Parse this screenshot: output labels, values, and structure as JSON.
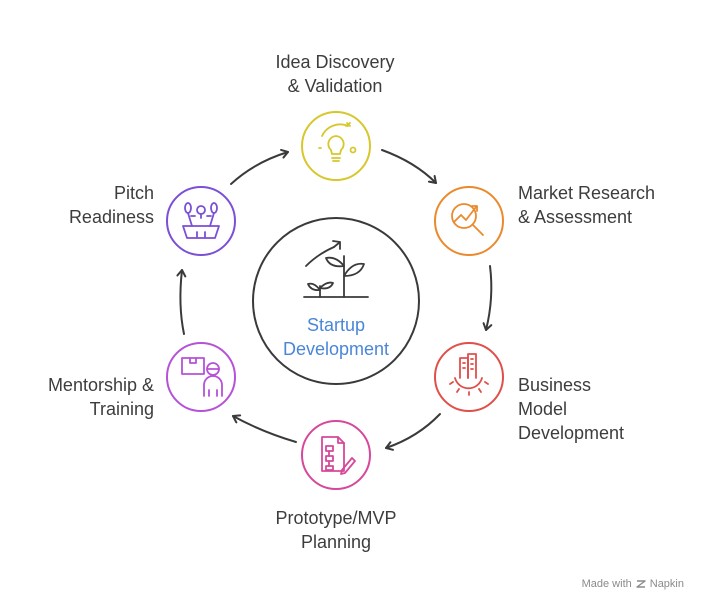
{
  "center": {
    "line1": "Startup",
    "line2": "Development"
  },
  "steps": [
    {
      "id": "idea",
      "lines": [
        "Idea Discovery",
        "& Validation"
      ],
      "color": "#d6c82c",
      "icon": "lightbulb-icon"
    },
    {
      "id": "market",
      "lines": [
        "Market Research",
        "& Assessment"
      ],
      "color": "#ea8a2c",
      "icon": "chart-magnifier-icon"
    },
    {
      "id": "business",
      "lines": [
        "Business",
        "Model",
        "Development"
      ],
      "color": "#e0504a",
      "icon": "building-gear-icon"
    },
    {
      "id": "prototype",
      "lines": [
        "Prototype/MVP",
        "Planning"
      ],
      "color": "#d6489a",
      "icon": "flowchart-pencil-icon"
    },
    {
      "id": "mentorship",
      "lines": [
        "Mentorship &",
        "Training"
      ],
      "color": "#b652d8",
      "icon": "mentor-board-icon"
    },
    {
      "id": "pitch",
      "lines": [
        "Pitch",
        "Readiness"
      ],
      "color": "#7b4fd6",
      "icon": "podium-microphones-icon"
    }
  ],
  "watermark": {
    "prefix": "Made with",
    "brand": "Napkin"
  }
}
